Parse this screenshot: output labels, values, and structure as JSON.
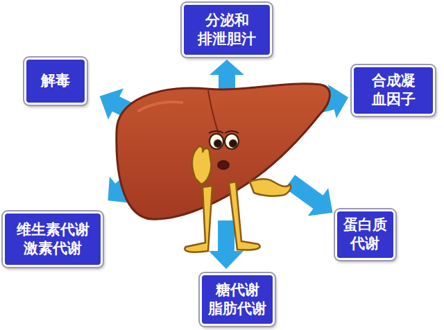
{
  "diagram": {
    "nodes": [
      {
        "text": [
          "分泌和 排泄胆汁"
        ]
      },
      {
        "text": [
          "解毒"
        ]
      },
      {
        "text": [
          "合成凝 血因子"
        ]
      },
      {
        "text": [
          "维生素代谢 激素代谢"
        ]
      },
      {
        "text": [
          "蛋白质 代谢"
        ]
      },
      {
        "text": [
          "糖代谢 脂肪代谢"
        ]
      }
    ]
  }
}
